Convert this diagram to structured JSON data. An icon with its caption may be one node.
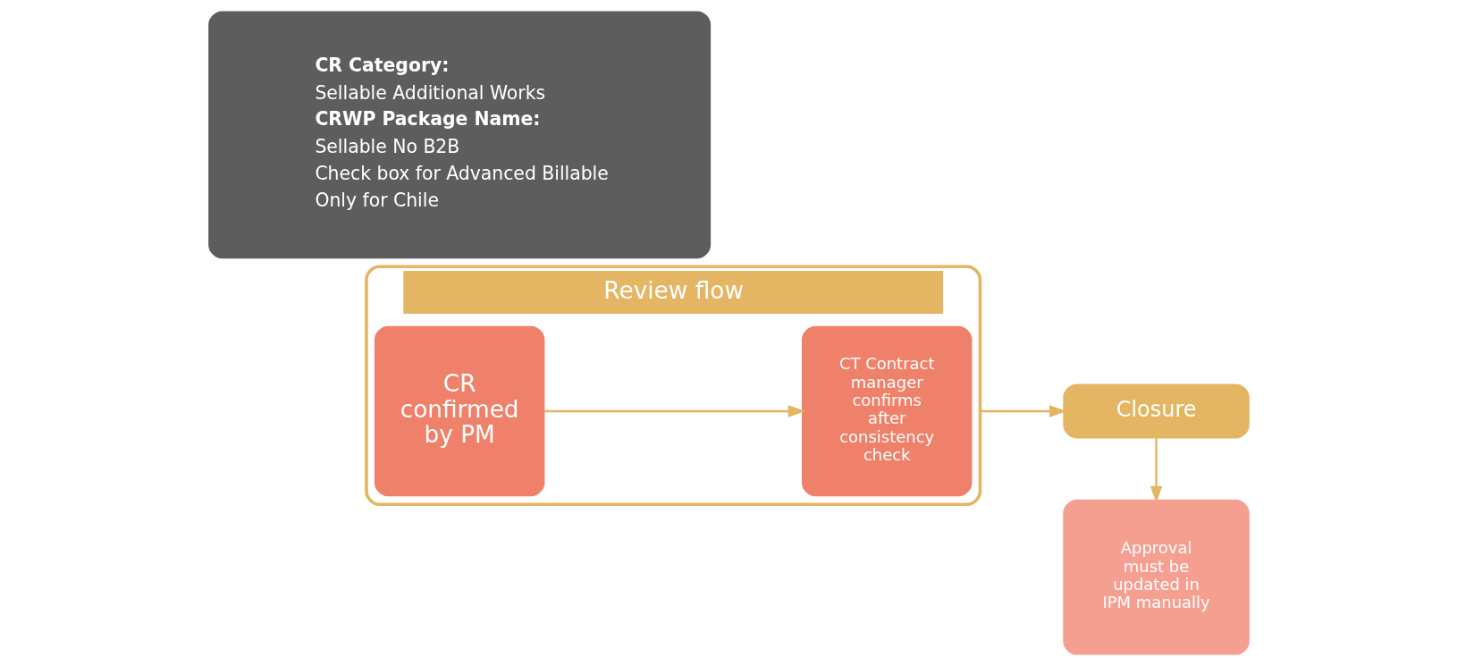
{
  "diagram": {
    "nodes": [
      {
        "text": [
          "Review flow"
        ]
      },
      {
        "text": [
          "CR confirmed by PM"
        ],
        "in": 0
      },
      {
        "text": [
          "CT Contract manager confirms after consistency check"
        ],
        "in": 0
      },
      {
        "text": [
          "Closure"
        ]
      },
      {
        "text": [
          "Approval must be updated in IPM manually"
        ]
      },
      {
        "text": [
          "CR Category:",
          "Sellable Additional Works",
          "CRWP Package Name:",
          "Sellable No B2B",
          "Check box for Advanced Billable",
          "Only for Chile"
        ]
      }
    ],
    "edges": [
      {
        "from": 1,
        "to": 2,
        "arrow": "to"
      },
      {
        "from": 0,
        "to": 3,
        "arrow": "to"
      },
      {
        "from": 3,
        "to": 4,
        "arrow": "to"
      }
    ]
  }
}
